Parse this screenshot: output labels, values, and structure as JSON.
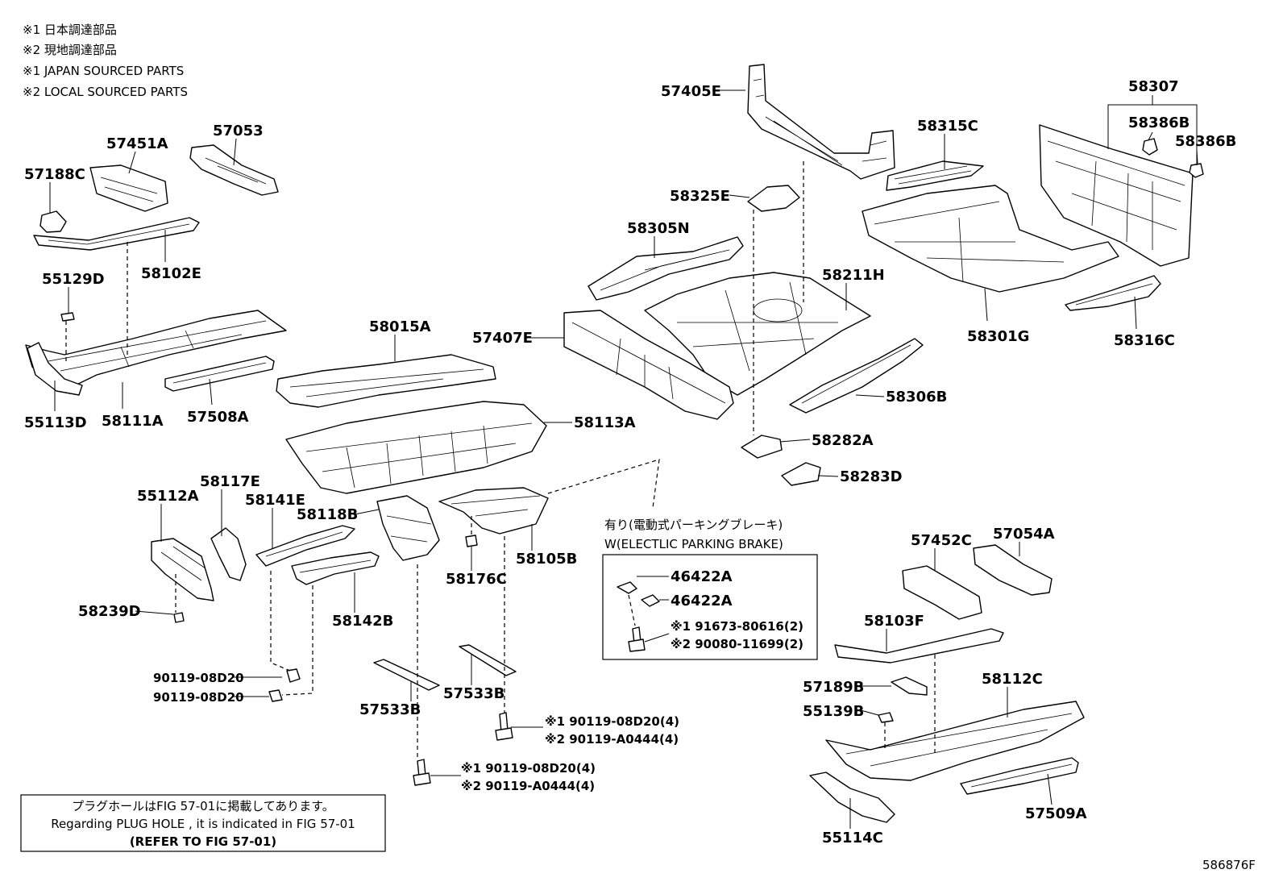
{
  "notes": {
    "note1_jp": "※1 日本調達部品",
    "note2_jp": "※2 現地調達部品",
    "note1_en": "※1 JAPAN SOURCED PARTS",
    "note2_en": "※2 LOCAL SOURCED PARTS"
  },
  "parts": {
    "p57405E": "57405E",
    "p58315C": "58315C",
    "p58307": "58307",
    "p58386B_a": "58386B",
    "p58386B_b": "58386B",
    "p57451A": "57451A",
    "p57053": "57053",
    "p57188C": "57188C",
    "p58325E": "58325E",
    "p58305N": "58305N",
    "p55129D": "55129D",
    "p58102E": "58102E",
    "p58211H": "58211H",
    "p58301G": "58301G",
    "p58316C": "58316C",
    "p58015A": "58015A",
    "p57407E": "57407E",
    "p58306B": "58306B",
    "p55113D": "55113D",
    "p58111A": "58111A",
    "p57508A": "57508A",
    "p58113A": "58113A",
    "p58282A": "58282A",
    "p58283D": "58283D",
    "p55112A": "55112A",
    "p58117E": "58117E",
    "p58141E": "58141E",
    "p58118B": "58118B",
    "p58105B": "58105B",
    "p58176C": "58176C",
    "p58239D": "58239D",
    "p58142B": "58142B",
    "p90119_08D20_a": "90119-08D20",
    "p90119_08D20_b": "90119-08D20",
    "p57533B_a": "57533B",
    "p57533B_b": "57533B",
    "p57452C": "57452C",
    "p57054A": "57054A",
    "p58103F": "58103F",
    "p57189B": "57189B",
    "p58112C": "58112C",
    "p55139B": "55139B",
    "p55114C": "55114C",
    "p57509A": "57509A"
  },
  "bolts": {
    "upper_1": "※1 90119-08D20(4)",
    "upper_2": "※2 90119-A0444(4)",
    "lower_1": "※1 90119-08D20(4)",
    "lower_2": "※2 90119-A0444(4)"
  },
  "epb_box": {
    "title_jp": "有り(電動式パーキングブレーキ)",
    "title_en": "W(ELECTLIC PARKING BRAKE)",
    "p46422A_a": "46422A",
    "p46422A_b": "46422A",
    "bolt1": "※1 91673-80616(2)",
    "bolt2": "※2 90080-11699(2)"
  },
  "footer_note": {
    "line1": "プラグホールはFIG 57-01に掲載してあります。",
    "line2": "Regarding  PLUG  HOLE , it is indicated in FIG  57-01",
    "line3": "(REFER TO FIG 57-01)"
  },
  "figure_id": "586876F"
}
